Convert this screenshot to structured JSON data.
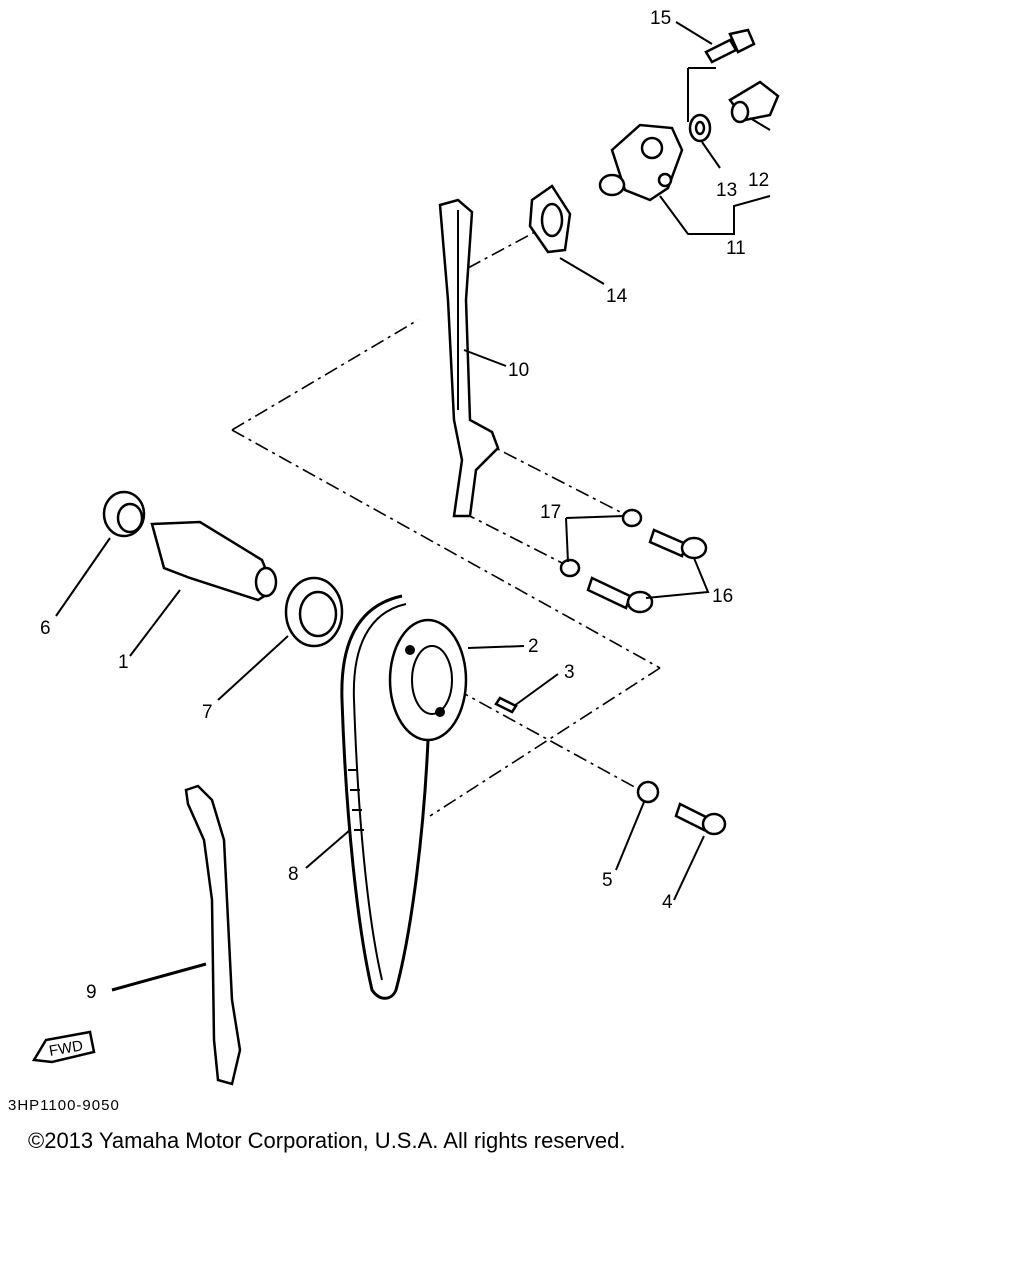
{
  "diagram": {
    "labels": [
      "15",
      "12",
      "13",
      "11",
      "14",
      "10",
      "17",
      "16",
      "6",
      "1",
      "2",
      "3",
      "7",
      "5",
      "4",
      "8",
      "9"
    ],
    "fwd_label": "FWD",
    "drawing_code": "3HP1100-9050",
    "copyright": "©2013 Yamaha Motor Corporation, U.S.A. All rights reserved."
  }
}
